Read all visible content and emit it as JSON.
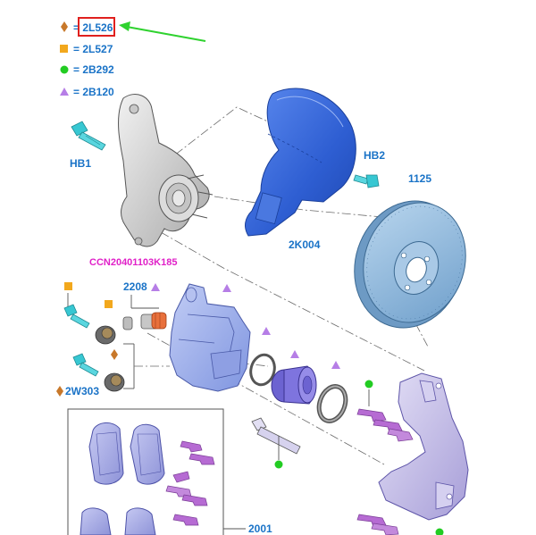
{
  "legend": [
    {
      "symbol": "diamond",
      "color": "#c8782a",
      "code": "= 2L526"
    },
    {
      "symbol": "square",
      "color": "#f2a81d",
      "code": "= 2L527"
    },
    {
      "symbol": "circle",
      "color": "#22cc22",
      "code": "= 2B292"
    },
    {
      "symbol": "triangle",
      "color": "#b67ee6",
      "code": "= 2B120"
    }
  ],
  "highlight_color": "#e0201e",
  "arrow_color": "#2fd22f",
  "labels": {
    "hb1": "HB1",
    "hb2": "HB2",
    "rotor": "1125",
    "shield": "2K004",
    "knuckle_code": "CCN20401103K185",
    "pin_kit": "2208",
    "bolt_kit": "2W303",
    "pad_kit": "2001"
  },
  "colors": {
    "label_blue": "#1a73c7",
    "label_magenta": "#e020c8",
    "shield_blue": "#3d6fd6",
    "rotor_blue": "#8fb8dc",
    "caliper_blue": "#9fb1ee",
    "bracket_lilac": "#c4bde8",
    "knuckle_grey": "#d4d4d4",
    "cyan_bolt": "#37c7d2",
    "clip_purple": "#b66bd3",
    "pin_orange": "#e8703c"
  }
}
